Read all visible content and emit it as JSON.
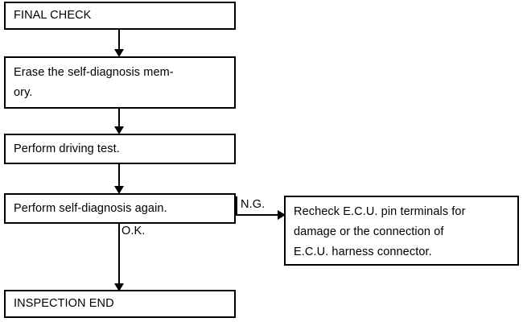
{
  "diagram": {
    "title": "FINAL CHECK flowchart",
    "colors": {
      "stroke": "#000000",
      "fill": "#ffffff",
      "text": "#000000"
    },
    "nodes": [
      {
        "id": "final-check",
        "text": "FINAL CHECK"
      },
      {
        "id": "erase-memory",
        "text": "Erase the self-diagnosis mem-\nory."
      },
      {
        "id": "driving-test",
        "text": "Perform driving test."
      },
      {
        "id": "self-diagnosis-again",
        "text": "Perform self-diagnosis again."
      },
      {
        "id": "recheck-ecu",
        "text": "Recheck E.C.U. pin terminals for\ndamage or the connection of\nE.C.U. harness connector."
      },
      {
        "id": "inspection-end",
        "text": "INSPECTION END"
      }
    ],
    "edge_labels": {
      "ng": "N.G.",
      "ok": "O.K."
    }
  }
}
